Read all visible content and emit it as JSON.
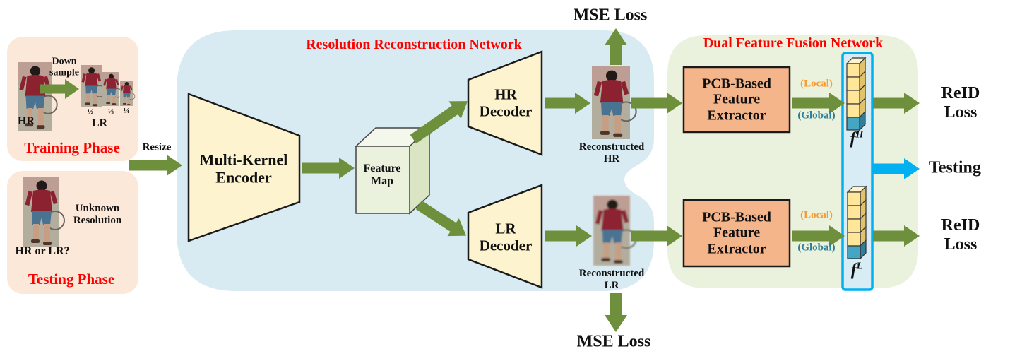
{
  "diagram": {
    "training": {
      "title": "Training Phase",
      "downsample": "Down\nsample",
      "hr": "HR",
      "lr": "LR",
      "fractions": [
        "½",
        "⅓",
        "¼"
      ]
    },
    "testing": {
      "title": "Testing Phase",
      "unknown": "Unknown\nResolution",
      "question": "HR or LR?"
    },
    "resize": "Resize",
    "rrn": {
      "title": "Resolution Reconstruction Network",
      "encoder": "Multi-Kernel\nEncoder",
      "feature_map": "Feature\nMap",
      "hr_decoder": "HR\nDecoder",
      "lr_decoder": "LR\nDecoder",
      "recon_hr": "Reconstructed\nHR",
      "recon_lr": "Reconstructed\nLR"
    },
    "dffn": {
      "title": "Dual Feature Fusion Network",
      "pcb": "PCB-Based\nFeature\nExtractor",
      "local": "(Local)",
      "global": "(Global)",
      "f_base": "f",
      "f_hr_sup": "H",
      "f_lr_sup": "L"
    },
    "labels": {
      "mse_top": "MSE Loss",
      "mse_bottom": "MSE Loss",
      "reid_top": "ReID Loss",
      "reid_bottom": "ReID Loss",
      "testing_arrow": "Testing"
    },
    "colors": {
      "arrow_green": "#6e8f3c",
      "testing_cyan": "#00b0f0",
      "title_red": "#fe0000",
      "local_orange": "#f79c2d",
      "global_teal": "#2e7f99",
      "rrn_bg": "#d9ebf2",
      "dffn_bg": "#eaf1dd",
      "phase_bg": "#fce8d9",
      "block_cream": "#fdf3cf",
      "pcb_orange": "#f5b58b",
      "cube_yellow": "#ffe699",
      "cube_blue": "#45a6c4"
    }
  }
}
